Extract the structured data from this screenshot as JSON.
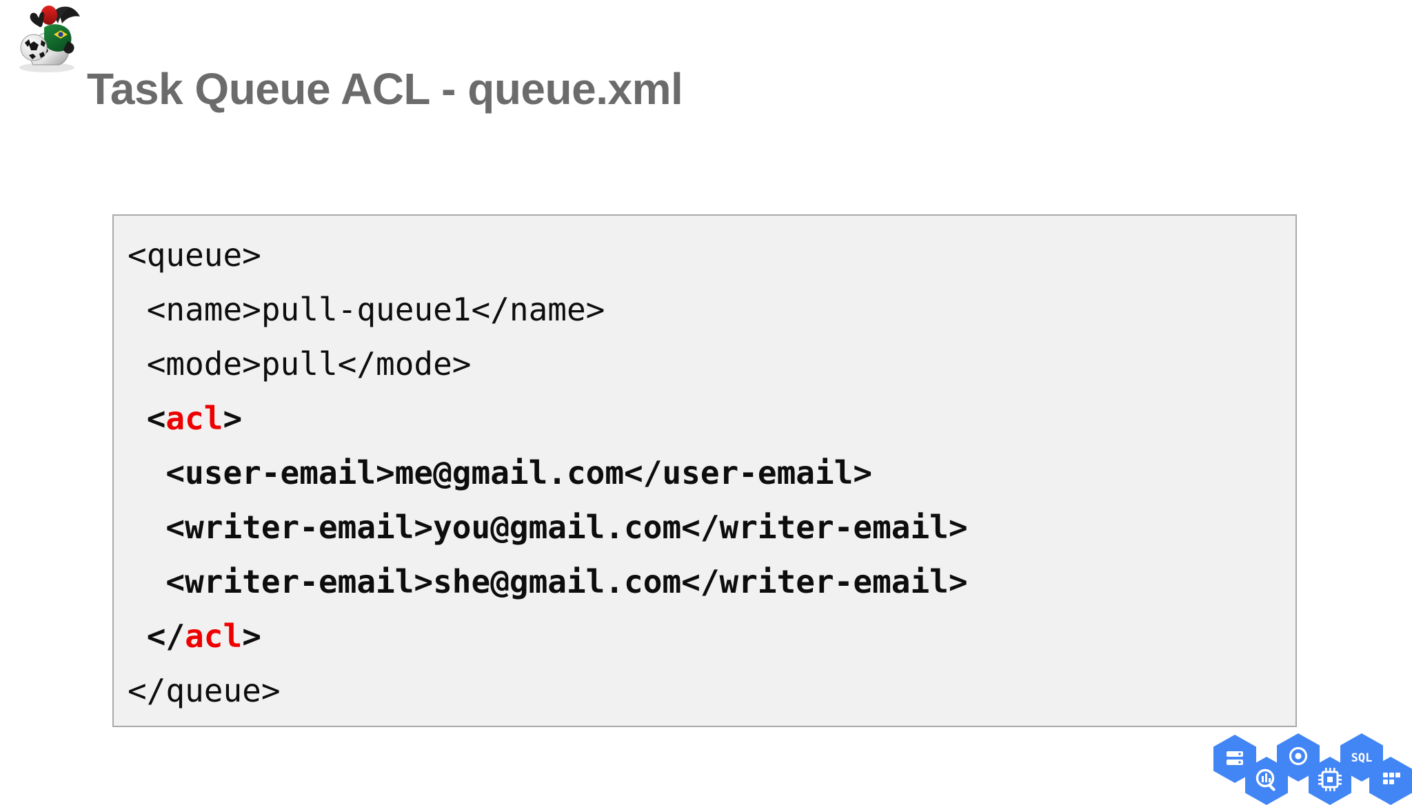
{
  "slide": {
    "title": "Task Queue ACL - queue.xml",
    "title_color": "#6b6b6b",
    "background_color": "#ffffff"
  },
  "logo": {
    "name": "java-duke-brazil-soccer-mascot",
    "alt": "Java Duke mascot wearing Brazil jersey holding a soccer ball"
  },
  "code_box": {
    "background_color": "#f2f1f1",
    "border_color": "#a9a9a9",
    "language": "xml",
    "highlight_color": "#ee0000",
    "text_color": "#0d0d0d",
    "lines": [
      {
        "text": "<queue>",
        "bold": false,
        "parts": [
          {
            "t": "<queue>",
            "c": "black"
          }
        ]
      },
      {
        "text": " <name>pull-queue1</name>",
        "bold": false,
        "parts": [
          {
            "t": " <name>pull-queue1</name>",
            "c": "black"
          }
        ]
      },
      {
        "text": " <mode>pull</mode>",
        "bold": false,
        "parts": [
          {
            "t": " <mode>pull</mode>",
            "c": "black"
          }
        ]
      },
      {
        "text": " <acl>",
        "bold": true,
        "parts": [
          {
            "t": " <",
            "c": "black"
          },
          {
            "t": "acl",
            "c": "red"
          },
          {
            "t": ">",
            "c": "black"
          }
        ]
      },
      {
        "text": "  <user-email>me@gmail.com</user-email>",
        "bold": true,
        "parts": [
          {
            "t": "  <user-email>me@gmail.com</user-email>",
            "c": "black"
          }
        ]
      },
      {
        "text": "  <writer-email>you@gmail.com</writer-email>",
        "bold": true,
        "parts": [
          {
            "t": "  <writer-email>you@gmail.com</writer-email>",
            "c": "black"
          }
        ]
      },
      {
        "text": "  <writer-email>she@gmail.com</writer-email>",
        "bold": true,
        "parts": [
          {
            "t": "  <writer-email>she@gmail.com</writer-email>",
            "c": "black"
          }
        ]
      },
      {
        "text": " </acl>",
        "bold": true,
        "parts": [
          {
            "t": " </",
            "c": "black"
          },
          {
            "t": "acl",
            "c": "red"
          },
          {
            "t": ">",
            "c": "black"
          }
        ]
      },
      {
        "text": "</queue>",
        "bold": false,
        "parts": [
          {
            "t": "</queue>",
            "c": "black"
          }
        ]
      }
    ]
  },
  "footer_badges": {
    "color": "#4285f4",
    "items": [
      {
        "name": "datastore-icon",
        "label": "",
        "glyph": "database"
      },
      {
        "name": "bigquery-icon",
        "label": "",
        "glyph": "magnifier-chart"
      },
      {
        "name": "pubsub-icon",
        "label": "",
        "glyph": "target-arrows"
      },
      {
        "name": "compute-engine-icon",
        "label": "",
        "glyph": "cpu-chip"
      },
      {
        "name": "cloud-sql-icon",
        "label": "SQL",
        "glyph": "text"
      },
      {
        "name": "app-modules-icon",
        "label": "",
        "glyph": "grid-squares"
      }
    ]
  }
}
